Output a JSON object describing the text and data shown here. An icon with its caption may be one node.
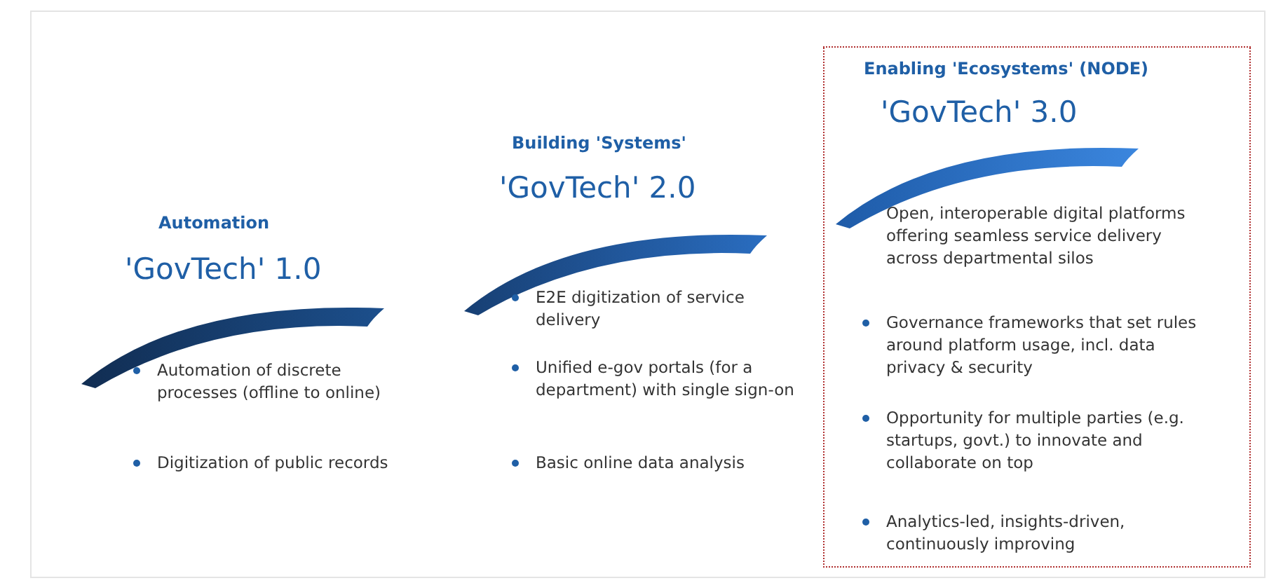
{
  "diagram": {
    "nodes": [
      {
        "text": [],
        "shape": "arc"
      },
      {
        "text": [],
        "shape": "arc"
      },
      {
        "text": [
          "Enabling 'Ecosystems' (NODE)",
          "'GovTech' 3.0",
          "Open, interoperable digital platforms offering seamless service delivery across departmental silos",
          "Governance frameworks that set rules around platform usage, incl. data privacy & security",
          "Opportunity for multiple parties (e.g. startups, govt.) to innovate and collaborate on top",
          "Analytics-led, insights-driven, continuously improving"
        ]
      },
      {
        "text": [],
        "shape": "arc",
        "in": 2
      }
    ],
    "edges": [],
    "labels": [
      "Automation",
      "'GovTech' 1.0",
      "Automation of discrete processes (offline to online)",
      "Digitization of public records",
      "Building 'Systems'",
      "'GovTech' 2.0",
      "E2E digitization of service delivery",
      "Unified e-gov portals (for a department) with single sign-on",
      "Basic online data analysis"
    ]
  }
}
